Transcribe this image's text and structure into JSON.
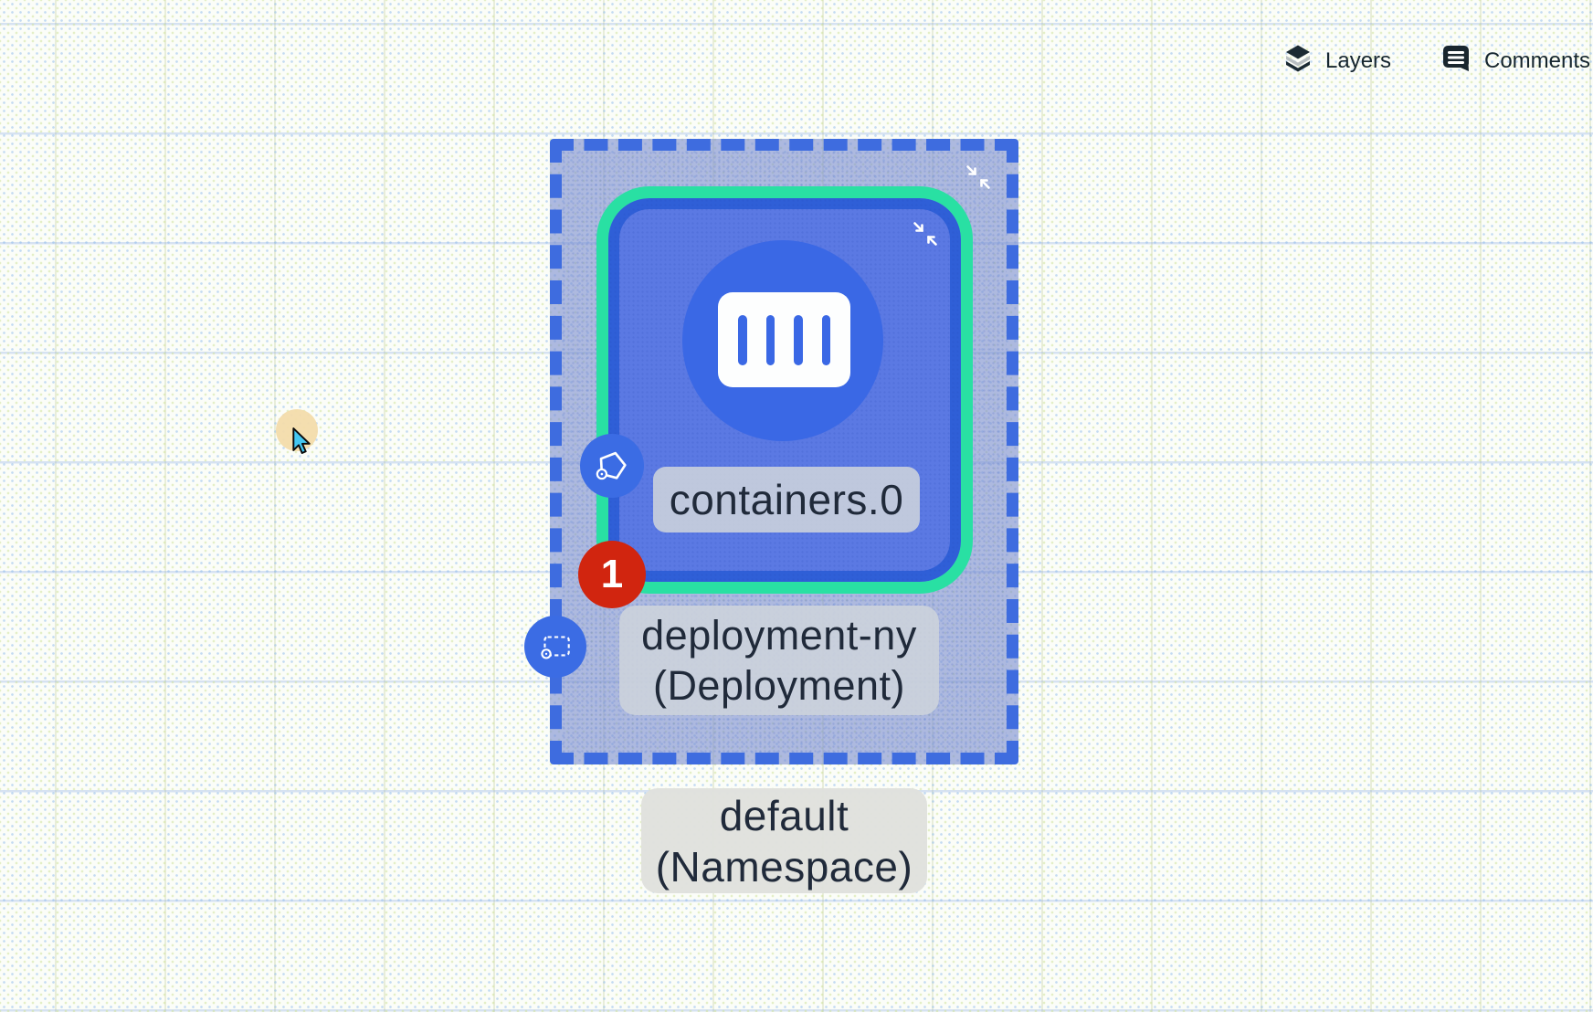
{
  "toolbar": {
    "layers": {
      "label": "Layers",
      "icon": "layers-icon"
    },
    "comments": {
      "label": "Comments",
      "icon": "comments-icon"
    }
  },
  "diagram": {
    "namespace": {
      "name": "default",
      "kind": "(Namespace)",
      "badge_icon": "namespace-dashed-box-icon",
      "collapse_icon": "collapse-arrows-icon"
    },
    "deployment": {
      "name": "deployment-ny",
      "kind": "(Deployment)",
      "error_count": "1",
      "badge_icon": "pentagon-pod-icon",
      "collapse_icon": "collapse-arrows-icon"
    },
    "container": {
      "label": "containers.0",
      "icon": "container-icon"
    }
  },
  "cursor": {
    "style": "arrow-with-click-highlight"
  },
  "colors": {
    "canvas_bg": "#fbfdf8",
    "namespace_border": "#3e6cdf",
    "namespace_fill": "#9fadd9",
    "deployment_selected_ring": "#29e0a3",
    "deployment_border": "#2f5fd7",
    "deployment_fill": "#5b79e3",
    "node_circle": "#3a68e5",
    "error_red": "#d1250f",
    "label_pill": "#d0d4da",
    "label_text": "#202a3a",
    "toolbar_text": "#16262f",
    "click_highlight": "#f3dcab",
    "cursor_fill": "#44c7f1"
  }
}
